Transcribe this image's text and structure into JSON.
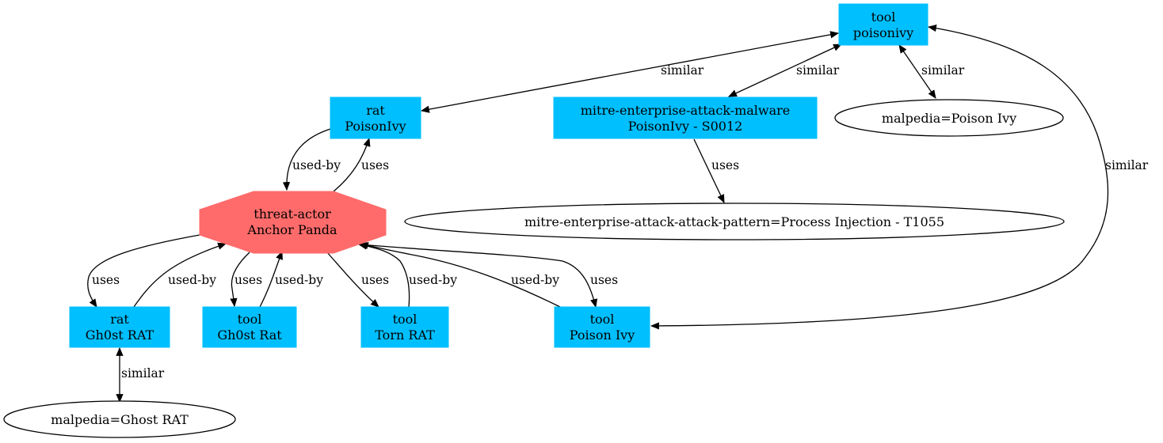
{
  "graph": {
    "colors": {
      "box_fill": "#00bfff",
      "threat_actor_fill": "#ff6b6b",
      "edge": "#000000",
      "text": "#000000",
      "background": "#ffffff"
    },
    "nodes": [
      {
        "id": "tool_poisonivy",
        "shape": "box",
        "lines": [
          "tool",
          "poisonivy"
        ]
      },
      {
        "id": "rat_poisonivy",
        "shape": "box",
        "lines": [
          "rat",
          "PoisonIvy"
        ]
      },
      {
        "id": "mitre_malware_poisonivy",
        "shape": "box",
        "lines": [
          "mitre-enterprise-attack-malware",
          "PoisonIvy - S0012"
        ]
      },
      {
        "id": "malpedia_poison_ivy",
        "shape": "ellipse",
        "lines": [
          "malpedia=Poison Ivy"
        ]
      },
      {
        "id": "threat_actor_anchor_panda",
        "shape": "octagon",
        "lines": [
          "threat-actor",
          "Anchor Panda"
        ]
      },
      {
        "id": "attack_pattern_process_injection",
        "shape": "ellipse",
        "lines": [
          "mitre-enterprise-attack-attack-pattern=Process Injection - T1055"
        ]
      },
      {
        "id": "rat_gh0st",
        "shape": "box",
        "lines": [
          "rat",
          "Gh0st RAT"
        ]
      },
      {
        "id": "tool_gh0st_rat",
        "shape": "box",
        "lines": [
          "tool",
          "Gh0st Rat"
        ]
      },
      {
        "id": "tool_torn_rat",
        "shape": "box",
        "lines": [
          "tool",
          "Torn RAT"
        ]
      },
      {
        "id": "tool_poison_ivy",
        "shape": "box",
        "lines": [
          "tool",
          "Poison Ivy"
        ]
      },
      {
        "id": "malpedia_ghost_rat",
        "shape": "ellipse",
        "lines": [
          "malpedia=Ghost RAT"
        ]
      }
    ],
    "edges": [
      {
        "id": "e_poisonivy_ratpoisonivy",
        "from": "tool_poisonivy",
        "to": "rat_poisonivy",
        "label": "similar",
        "direction": "both"
      },
      {
        "id": "e_poisonivy_mitre",
        "from": "tool_poisonivy",
        "to": "mitre_malware_poisonivy",
        "label": "similar",
        "direction": "both"
      },
      {
        "id": "e_poisonivy_malpedia",
        "from": "tool_poisonivy",
        "to": "malpedia_poison_ivy",
        "label": "similar",
        "direction": "both"
      },
      {
        "id": "e_poisonivy_toolpoisonivy",
        "from": "tool_poisonivy",
        "to": "tool_poison_ivy",
        "label": "similar",
        "direction": "both"
      },
      {
        "id": "e_mitre_uses_pattern",
        "from": "mitre_malware_poisonivy",
        "to": "attack_pattern_process_injection",
        "label": "uses",
        "direction": "forward"
      },
      {
        "id": "e_rat_usedby_actor",
        "from": "rat_poisonivy",
        "to": "threat_actor_anchor_panda",
        "label": "used-by",
        "direction": "forward"
      },
      {
        "id": "e_actor_uses_rat",
        "from": "threat_actor_anchor_panda",
        "to": "rat_poisonivy",
        "label": "uses",
        "direction": "forward"
      },
      {
        "id": "e_actor_uses_gh0strat",
        "from": "threat_actor_anchor_panda",
        "to": "rat_gh0st",
        "label": "uses",
        "direction": "forward"
      },
      {
        "id": "e_gh0strat_usedby_actor",
        "from": "rat_gh0st",
        "to": "threat_actor_anchor_panda",
        "label": "used-by",
        "direction": "forward"
      },
      {
        "id": "e_actor_uses_toolgh0st",
        "from": "threat_actor_anchor_panda",
        "to": "tool_gh0st_rat",
        "label": "uses",
        "direction": "forward"
      },
      {
        "id": "e_toolgh0st_usedby_actor",
        "from": "tool_gh0st_rat",
        "to": "threat_actor_anchor_panda",
        "label": "used-by",
        "direction": "forward"
      },
      {
        "id": "e_actor_uses_torn",
        "from": "threat_actor_anchor_panda",
        "to": "tool_torn_rat",
        "label": "uses",
        "direction": "forward"
      },
      {
        "id": "e_torn_usedby_actor",
        "from": "tool_torn_rat",
        "to": "threat_actor_anchor_panda",
        "label": "used-by",
        "direction": "forward"
      },
      {
        "id": "e_toolpoisonivy_usedby_actor",
        "from": "tool_poison_ivy",
        "to": "threat_actor_anchor_panda",
        "label": "used-by",
        "direction": "forward"
      },
      {
        "id": "e_actor_uses_toolpoisonivy",
        "from": "threat_actor_anchor_panda",
        "to": "tool_poison_ivy",
        "label": "uses",
        "direction": "forward"
      },
      {
        "id": "e_gh0strat_malpedia",
        "from": "rat_gh0st",
        "to": "malpedia_ghost_rat",
        "label": "similar",
        "direction": "both"
      }
    ]
  }
}
